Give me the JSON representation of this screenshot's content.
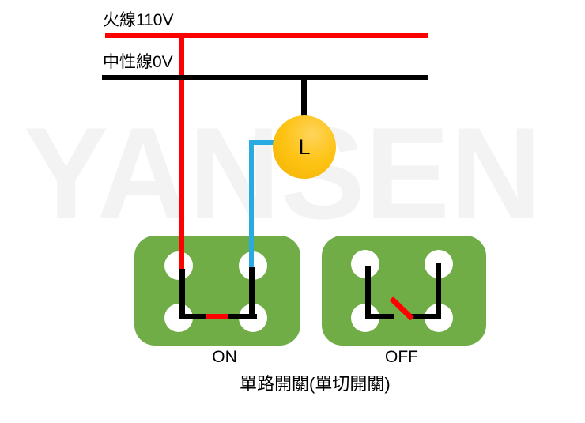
{
  "watermark": {
    "text": "YANSEN"
  },
  "labels": {
    "live_wire": "火線110V",
    "neutral_wire": "中性線0V",
    "lamp": "L",
    "switch_on": "ON",
    "switch_off": "OFF",
    "caption": "單路開關(單切開關)"
  },
  "colors": {
    "live_wire": "#FF0000",
    "neutral_wire": "#000000",
    "switched_wire": "#29ABE2",
    "switch_body": "#70AD47",
    "terminal": "#FFFFFF",
    "lamp_fill": "#FDC313",
    "open_contact": "#FF0000",
    "closed_contact": "#FF0000",
    "watermark": "#F3F3F4"
  }
}
